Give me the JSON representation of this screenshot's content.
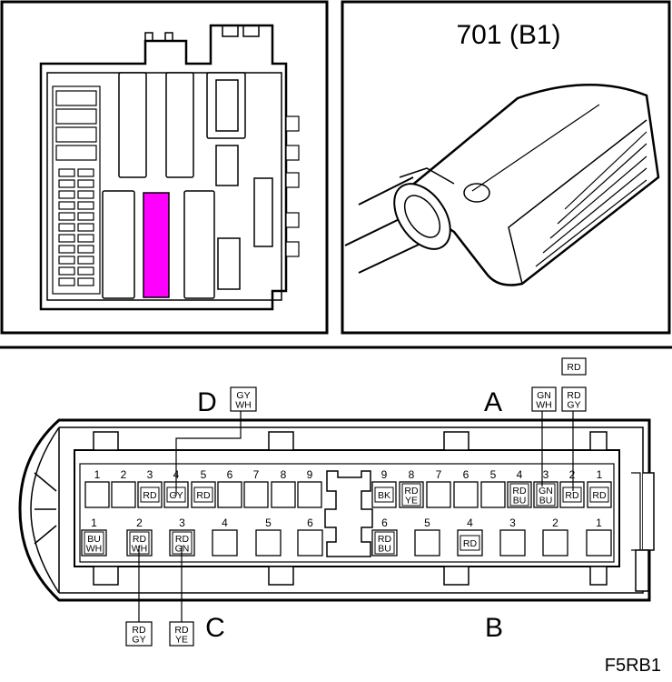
{
  "panels": {
    "connector_title": "701 (B1)",
    "figure_code": "F5RB1"
  },
  "connector": {
    "side_labels": {
      "D": "D",
      "A": "A",
      "C": "C",
      "B": "B"
    },
    "top_row_left": [
      {
        "num": "1",
        "wire": ""
      },
      {
        "num": "2",
        "wire": ""
      },
      {
        "num": "3",
        "wire": "RD"
      },
      {
        "num": "4",
        "wire": "GY"
      },
      {
        "num": "5",
        "wire": "RD"
      },
      {
        "num": "6",
        "wire": ""
      },
      {
        "num": "7",
        "wire": ""
      },
      {
        "num": "8",
        "wire": ""
      },
      {
        "num": "9",
        "wire": ""
      }
    ],
    "top_row_right": [
      {
        "num": "9",
        "wire": "BK"
      },
      {
        "num": "8",
        "wire": "RD\nYE"
      },
      {
        "num": "7",
        "wire": ""
      },
      {
        "num": "6",
        "wire": ""
      },
      {
        "num": "5",
        "wire": ""
      },
      {
        "num": "4",
        "wire": "RD\nBU"
      },
      {
        "num": "3",
        "wire": "GN\nBU"
      },
      {
        "num": "2",
        "wire": "RD"
      },
      {
        "num": "1",
        "wire": "RD"
      }
    ],
    "bottom_row_left": [
      {
        "num": "1",
        "wire": "BU\nWH"
      },
      {
        "num": "2",
        "wire": "RD\nWH"
      },
      {
        "num": "3",
        "wire": "RD\nGN"
      },
      {
        "num": "4",
        "wire": ""
      },
      {
        "num": "5",
        "wire": ""
      },
      {
        "num": "6",
        "wire": ""
      }
    ],
    "bottom_row_right": [
      {
        "num": "6",
        "wire": "RD\nBU"
      },
      {
        "num": "5",
        "wire": ""
      },
      {
        "num": "4",
        "wire": "RD"
      },
      {
        "num": "3",
        "wire": ""
      },
      {
        "num": "2",
        "wire": ""
      },
      {
        "num": "1",
        "wire": ""
      }
    ],
    "callouts": {
      "d4": "GY\nWH",
      "a3": "GN\nWH",
      "a2_upper": "RD",
      "a2_lower": "RD\nGY",
      "c2": "RD\nGY",
      "c3": "RD\nYE"
    }
  },
  "highlight_color": "#ff00ff"
}
